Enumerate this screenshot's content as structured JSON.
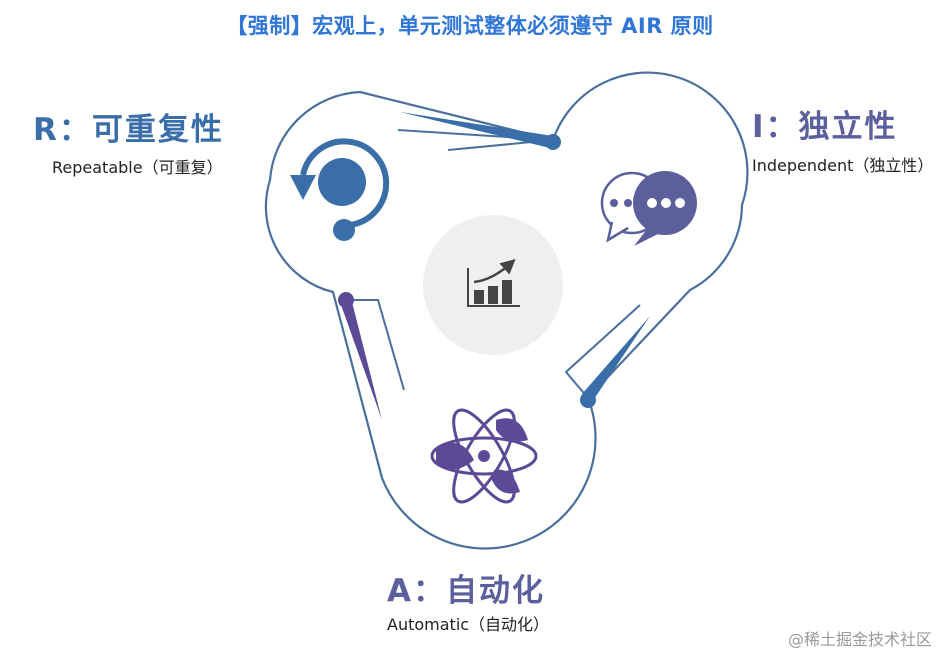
{
  "title": "【强制】宏观上，单元测试整体必须遵守 AIR 原则",
  "principles": {
    "repeatable": {
      "heading": "R：可重复性",
      "sub": "Repeatable（可重复）",
      "icon": "repeat-cycle-icon",
      "color": "#3a6ea8"
    },
    "independent": {
      "heading": "I：独立性",
      "sub": "Independent（独立性）",
      "icon": "chat-bubbles-icon",
      "color": "#5b5f9c"
    },
    "automatic": {
      "heading": "A：自动化",
      "sub": "Automatic（自动化）",
      "icon": "atom-icon",
      "color": "#5b5f9c"
    }
  },
  "center_icon": "growth-bar-chart-icon",
  "watermark": "@稀土掘金技术社区",
  "colors": {
    "title": "#2f76d6",
    "outline": "#4a6f9c",
    "center_circle": "#efefef"
  }
}
